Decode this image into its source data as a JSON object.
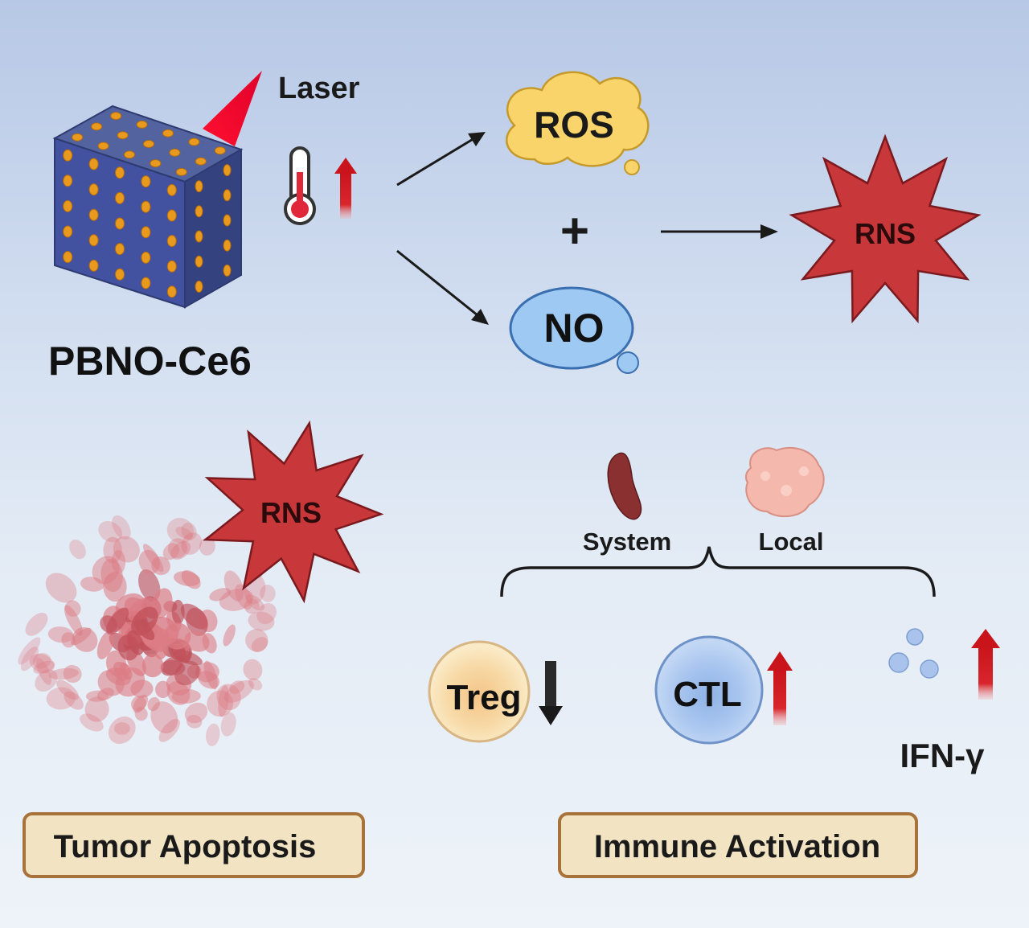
{
  "labels": {
    "laser": "Laser",
    "compound": "PBNO-Ce6",
    "ros": "ROS",
    "no": "NO",
    "plus": "+",
    "rns_top": "RNS",
    "rns_bottom": "RNS",
    "system": "System",
    "local": "Local",
    "treg": "Treg",
    "ctl": "CTL",
    "ifn": "IFN-γ",
    "tumor_apoptosis": "Tumor Apoptosis",
    "immune_activation": "Immune Activation"
  },
  "colors": {
    "cube": "#3d4f96",
    "dot": "#e89a1e",
    "ros": "#f9d46a",
    "no": "#9ec9f2",
    "rns": "#c8373a",
    "arrow_up": "#c8141a",
    "label_box": "#f2e3c2",
    "label_border": "#a8733a"
  }
}
